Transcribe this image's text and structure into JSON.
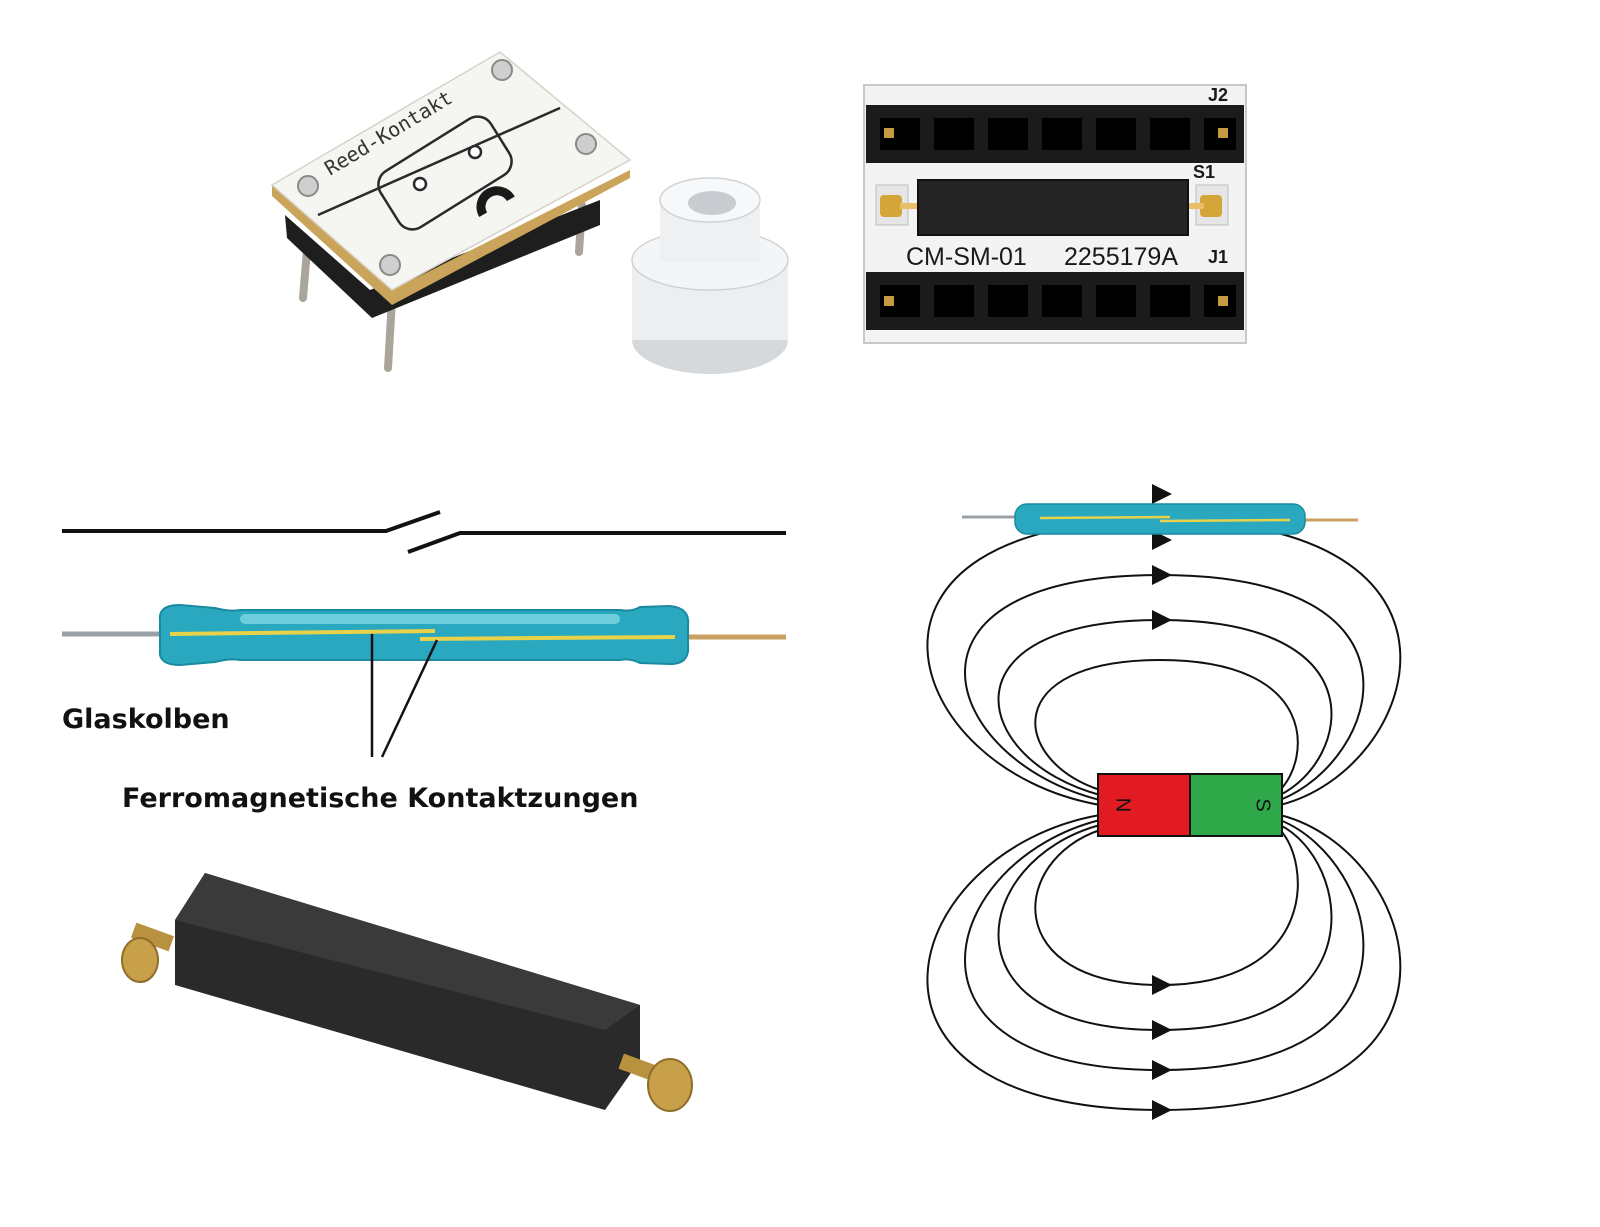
{
  "reed_module": {
    "pcb_label": "Reed-Kontakt",
    "magnet_icon": "horseshoe-magnet-icon",
    "colors": {
      "pcb": "#f5f5f2",
      "pcb_edge": "#c9a45a",
      "pin": "#b9b4a8",
      "cap": "#e9ecef"
    }
  },
  "smd_module": {
    "header_top_label": "J2",
    "header_bottom_label": "J1",
    "switch_label": "S1",
    "board_code": "CM-SM-01",
    "part_number": "2255179A",
    "colors": {
      "board": "#f3f3f3",
      "header": "#1b1b1b",
      "switch": "#242424",
      "gold": "#d4a63a"
    }
  },
  "reed_switch_diagram": {
    "label_glass": "Glaskolben",
    "label_reeds": "Ferromagnetische Kontaktzungen",
    "colors": {
      "glass": "#2aa8c0",
      "glass_light": "#7fd6e3",
      "reed": "#e8d24a",
      "wire_left": "#9aa0a6",
      "wire_right": "#c9a061",
      "line": "#111111"
    }
  },
  "smd_reed_part": {
    "colors": {
      "body": "#2a2a2a",
      "body_top": "#3a3a3a",
      "cap": "#c9a04a"
    }
  },
  "magnet_field": {
    "north_label": "N",
    "south_label": "S",
    "colors": {
      "north": "#e21b23",
      "south": "#2fa84a",
      "field_line": "#111111"
    }
  }
}
